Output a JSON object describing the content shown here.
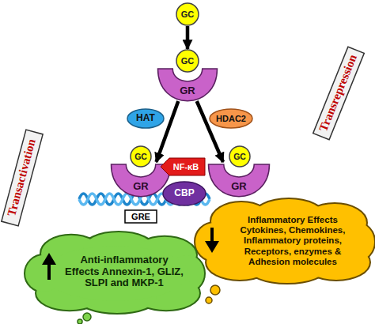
{
  "diagram": {
    "nodes": [
      {
        "text": [
          "GC"
        ]
      },
      {
        "text": [
          "GC"
        ]
      },
      {
        "text": [
          "GR"
        ]
      },
      {
        "text": [
          "Transrepression"
        ]
      },
      {
        "text": [
          "HAT"
        ]
      },
      {
        "text": [
          "HDAC2"
        ]
      },
      {
        "text": [
          "Transactivation"
        ]
      },
      {
        "text": [
          "GC"
        ]
      },
      {
        "text": [
          "GR"
        ]
      },
      {
        "text": [
          "NF-κB"
        ]
      },
      {
        "text": [
          "GC"
        ]
      },
      {
        "text": [
          "GR"
        ]
      },
      {
        "text": [
          "CBP"
        ]
      },
      {
        "text": [
          "GRE"
        ]
      },
      {
        "text": [
          "Inflammatory Effects Cytokines, Chemokines, Inflammatory proteins, Receptors, enzymes & Adhesion molecules"
        ]
      },
      {
        "text": [
          "Anti-inflammatory Effects Annexin-1, GLIZ, SLPI and MKP-1"
        ]
      }
    ],
    "edges": [
      {
        "from": 0,
        "to": 1,
        "arrow": "to"
      },
      {
        "from": 2,
        "to": 8,
        "arrow": "to"
      },
      {
        "from": 2,
        "to": 11,
        "arrow": "to"
      }
    ]
  }
}
